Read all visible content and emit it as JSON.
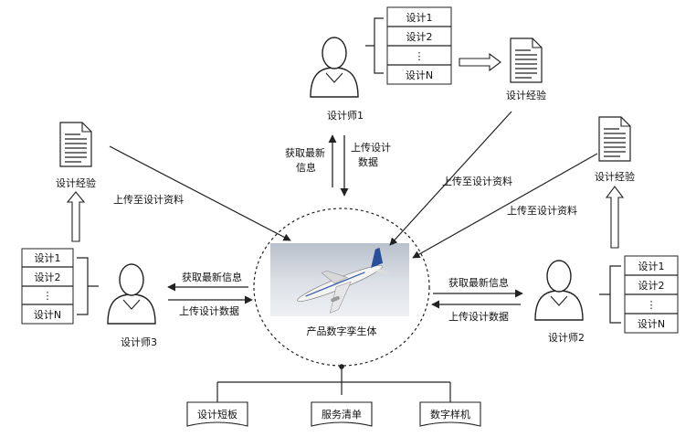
{
  "center": {
    "label": "产品数字孪生体"
  },
  "designers": [
    {
      "name": "设计师1",
      "items": [
        "设计1",
        "设计2",
        "⋮",
        "设计N"
      ],
      "experience": "设计经验"
    },
    {
      "name": "设计师2",
      "items": [
        "设计1",
        "设计2",
        "⋮",
        "设计N"
      ],
      "experience": "设计经验"
    },
    {
      "name": "设计师3",
      "items": [
        "设计1",
        "设计2",
        "⋮",
        "设计N"
      ],
      "experience": "设计经验"
    }
  ],
  "flows": {
    "get_info_short": [
      "获取最新",
      "信息"
    ],
    "upload_short": [
      "上传设计",
      "数据"
    ],
    "get_info": "获取最新信息",
    "upload_data": "上传设计数据",
    "upload_material": "上传至设计资料"
  },
  "outputs": [
    "设计短板",
    "服务清单",
    "数字样机"
  ],
  "colors": {
    "line": "#222222",
    "sky": "#c9cfd8",
    "plane_body": "#f4f4f4",
    "plane_tail": "#2a4f9a"
  }
}
